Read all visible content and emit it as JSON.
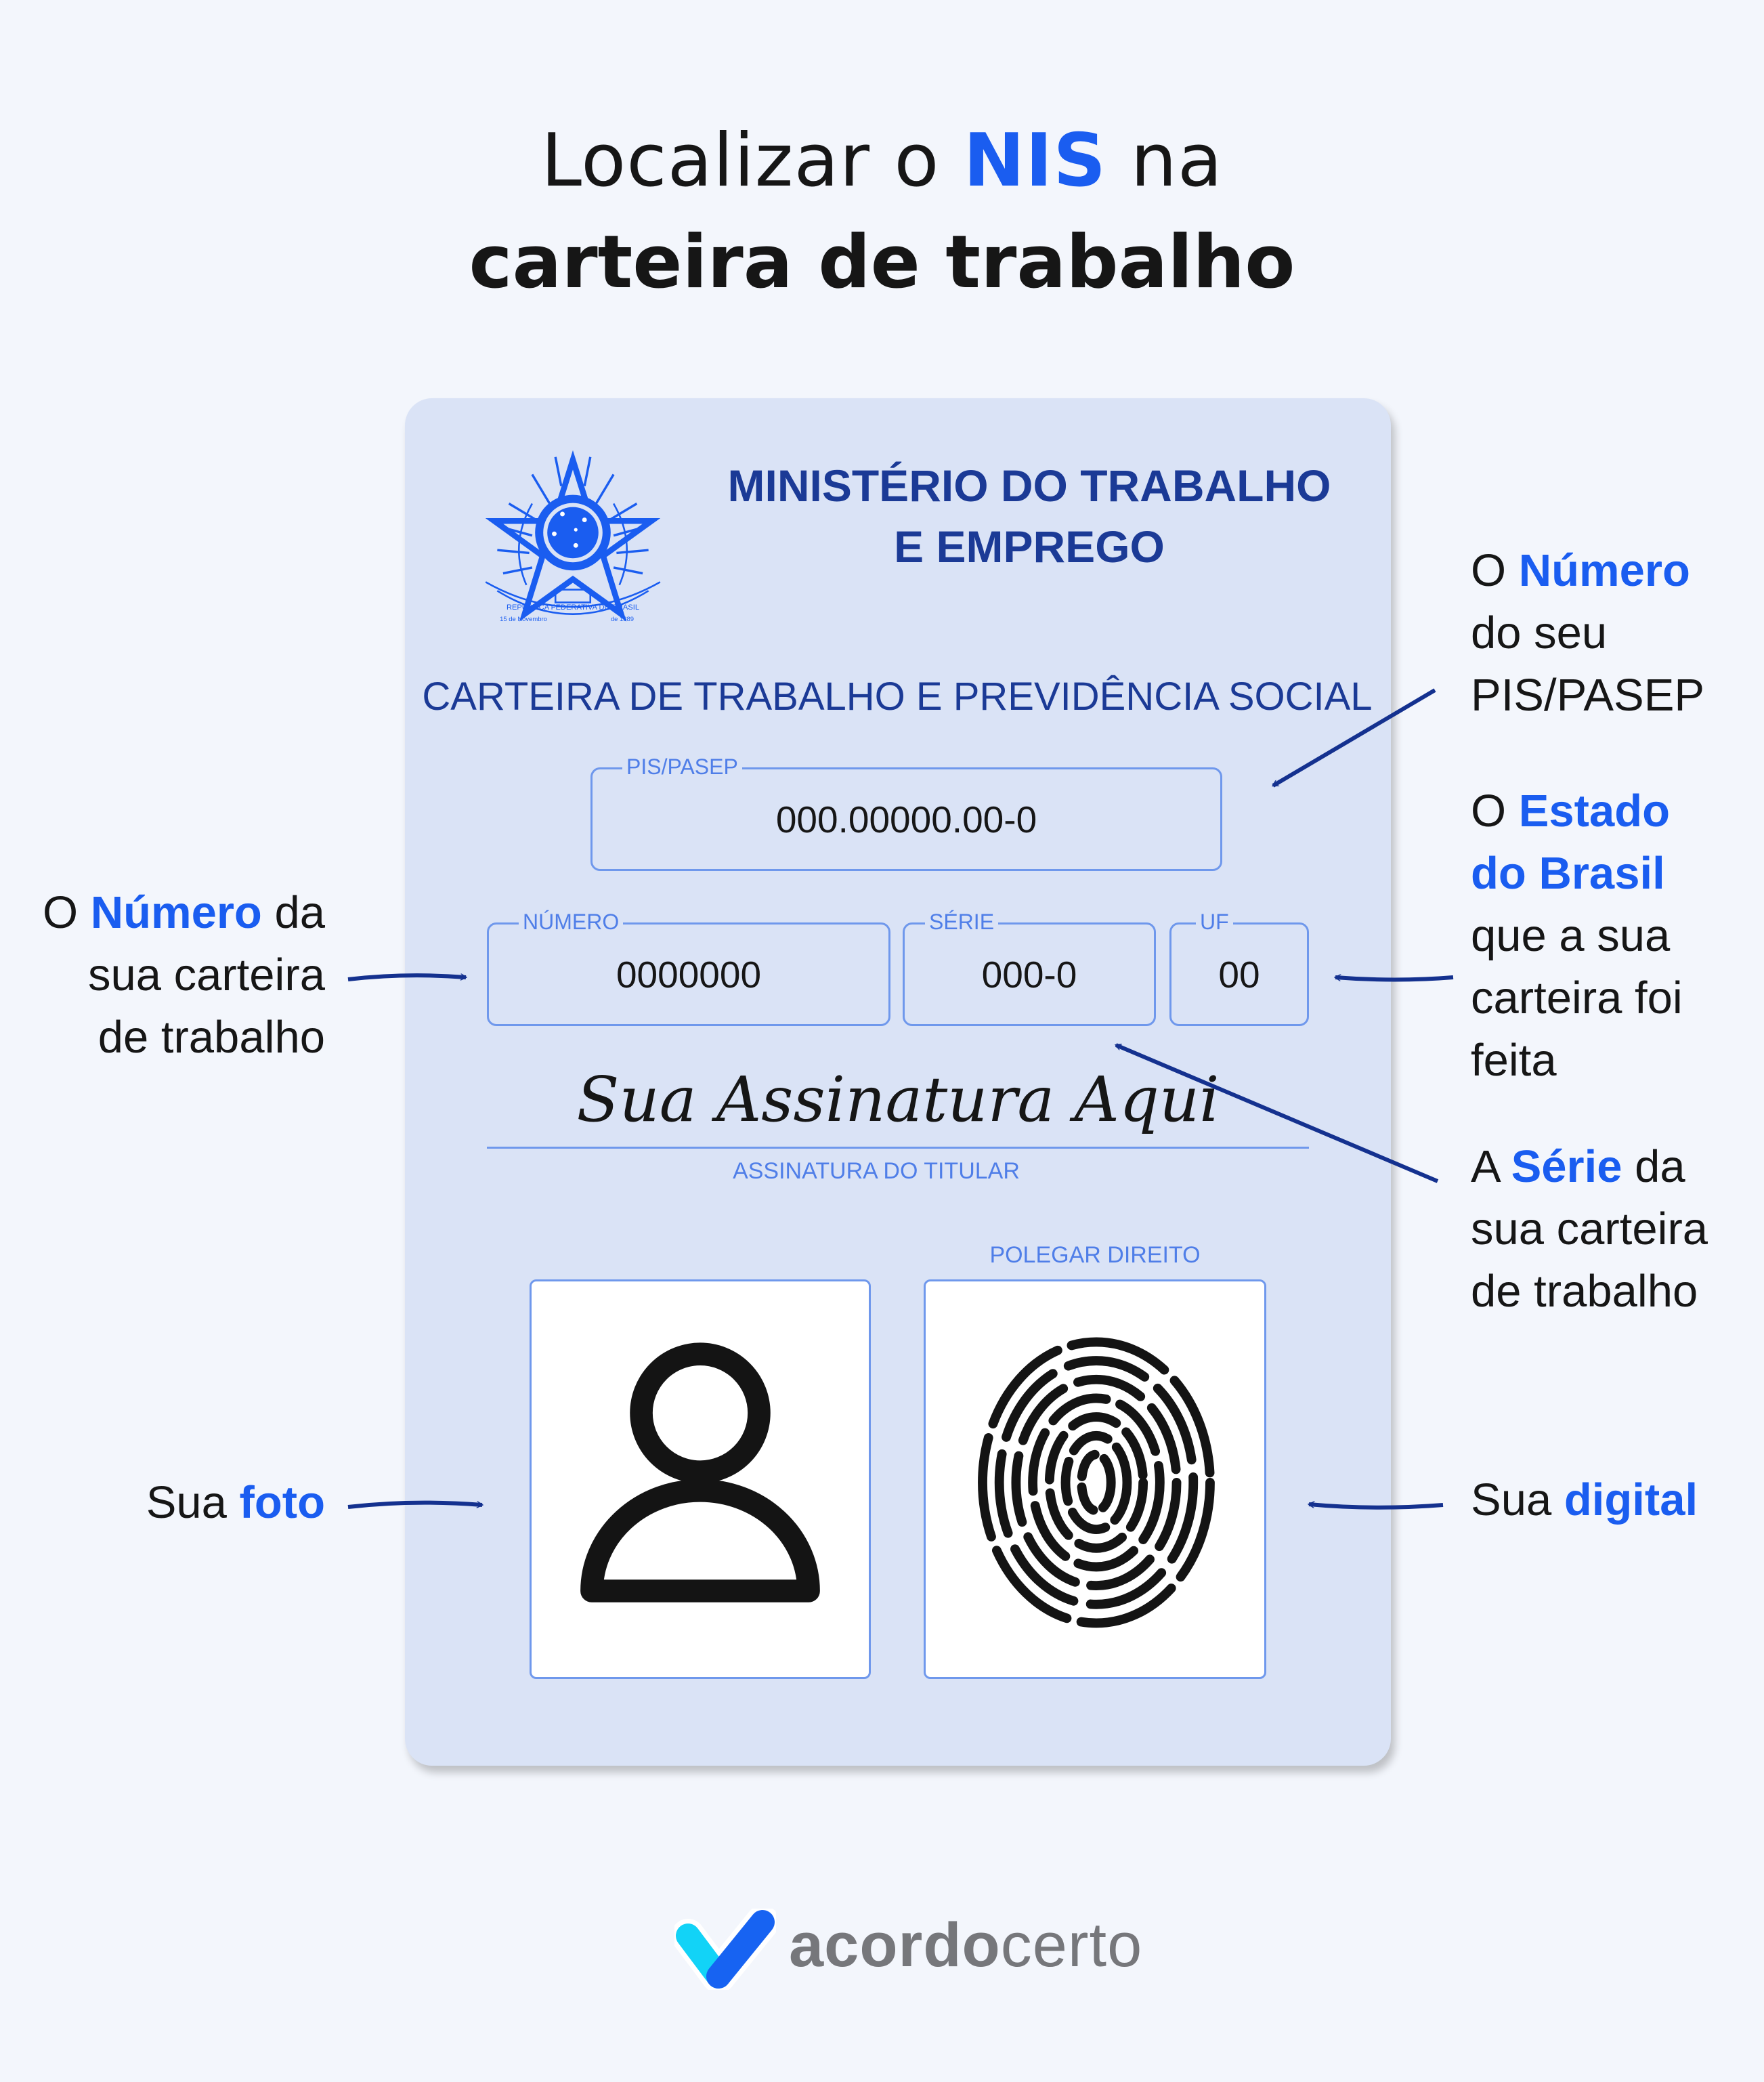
{
  "title": {
    "line1_pre": "Localizar o ",
    "line1_highlight": "NIS",
    "line1_post": " na",
    "line2": "carteira de trabalho"
  },
  "card": {
    "emblem_text": [
      "REPUBLICA FEDERATIVA DO BRASIL",
      "15 de Novembro",
      "de 1889"
    ],
    "ministry_line1": "MINISTÉRIO DO TRABALHO",
    "ministry_line2": "E EMPREGO",
    "document_title": "CARTEIRA DE TRABALHO E PREVIDÊNCIA SOCIAL",
    "fields": {
      "pis": {
        "label": "PIS/PASEP",
        "value": "000.00000.00-0"
      },
      "numero": {
        "label": "NÚMERO",
        "value": "0000000"
      },
      "serie": {
        "label": "SÉRIE",
        "value": "000-0"
      },
      "uf": {
        "label": "UF",
        "value": "00"
      }
    },
    "signature": "Sua Assinatura Aqui",
    "signature_label": "ASSINATURA DO TITULAR",
    "thumb_label": "POLEGAR DIREITO",
    "photo_icon": "person-icon",
    "fingerprint_icon": "fingerprint-icon"
  },
  "annotations": {
    "numero_carteira": {
      "pre": "O ",
      "highlight": "Número",
      "post": " da",
      "line2": "sua carteira",
      "line3": "de trabalho"
    },
    "foto": {
      "pre": "Sua ",
      "highlight": "foto"
    },
    "pis": {
      "pre": "O ",
      "highlight": "Número",
      "line2": "do seu",
      "line3": "PIS/PASEP"
    },
    "estado": {
      "pre": "O ",
      "highlight": "Estado",
      "highlight2": "do Brasil",
      "line3": "que a sua",
      "line4": "carteira foi",
      "line5": "feita"
    },
    "serie": {
      "pre": "A ",
      "highlight": "Série",
      "post": " da",
      "line2": "sua carteira",
      "line3": "de trabalho"
    },
    "digital": {
      "pre": "Sua ",
      "highlight": "digital"
    }
  },
  "brand": {
    "name_bold": "acordo",
    "name_light": "certo"
  },
  "colors": {
    "accent": "#1a5df0",
    "card": "#dae3f6",
    "card_text": "#1b3a96",
    "arrow": "#14318f",
    "logo_cyan": "#12d3f7",
    "logo_blue": "#1763f2"
  }
}
